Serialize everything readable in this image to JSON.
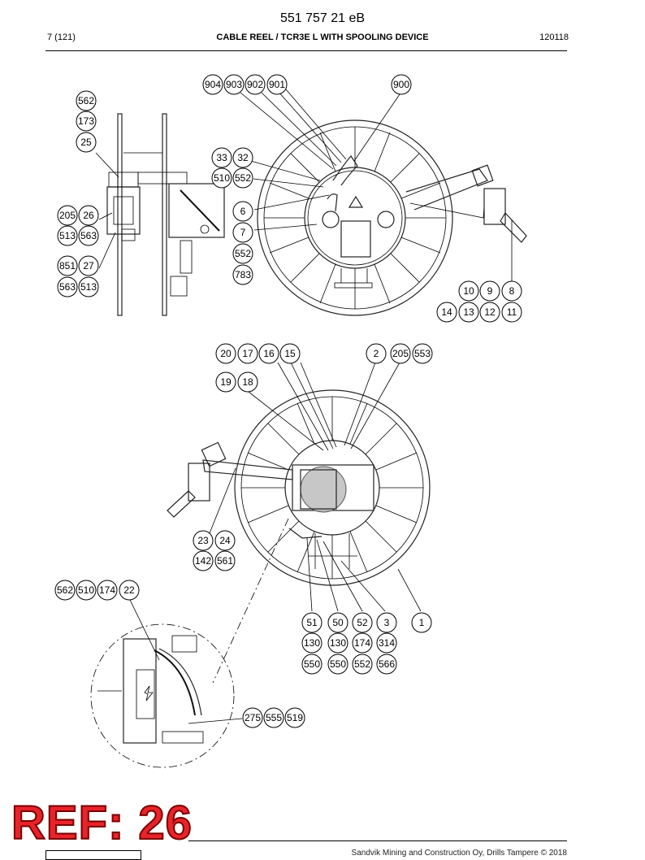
{
  "header": {
    "doc_number": "551 757 21 eB",
    "page_ref": "7 (121)",
    "title": "CABLE REEL / TCR3E L WITH SPOOLING DEVICE",
    "date_code": "120118"
  },
  "stamp": {
    "text": "REF: 26",
    "color": "#e8232a"
  },
  "footer": {
    "copyright": "Sandvik Mining and Construction Oy, Drills Tampere © 2018"
  },
  "callouts": {
    "c904": "904",
    "c903": "903",
    "c902": "902",
    "c901": "901",
    "c900": "900",
    "c562a": "562",
    "c173": "173",
    "c25": "25",
    "c33": "33",
    "c32": "32",
    "c510a": "510",
    "c552a": "552",
    "c205a": "205",
    "c26": "26",
    "c513a": "513",
    "c563a": "563",
    "c6": "6",
    "c7": "7",
    "c552b": "552",
    "c783": "783",
    "c851": "851",
    "c27": "27",
    "c563b": "563",
    "c513b": "513",
    "c10": "10",
    "c9": "9",
    "c8": "8",
    "c14": "14",
    "c13": "13",
    "c12": "12",
    "c11": "11",
    "c20": "20",
    "c17": "17",
    "c16": "16",
    "c15": "15",
    "c2": "2",
    "c205b": "205",
    "c553": "553",
    "c19": "19",
    "c18": "18",
    "c23": "23",
    "c24": "24",
    "c142": "142",
    "c561": "561",
    "c562b": "562",
    "c510b": "510",
    "c174a": "174",
    "c22": "22",
    "c51": "51",
    "c50": "50",
    "c52": "52",
    "c3": "3",
    "c1": "1",
    "c130a": "130",
    "c130b": "130",
    "c174b": "174",
    "c314": "314",
    "c550a": "550",
    "c550b": "550",
    "c552c": "552",
    "c566": "566",
    "c275": "275",
    "c555": "555",
    "c519": "519"
  }
}
